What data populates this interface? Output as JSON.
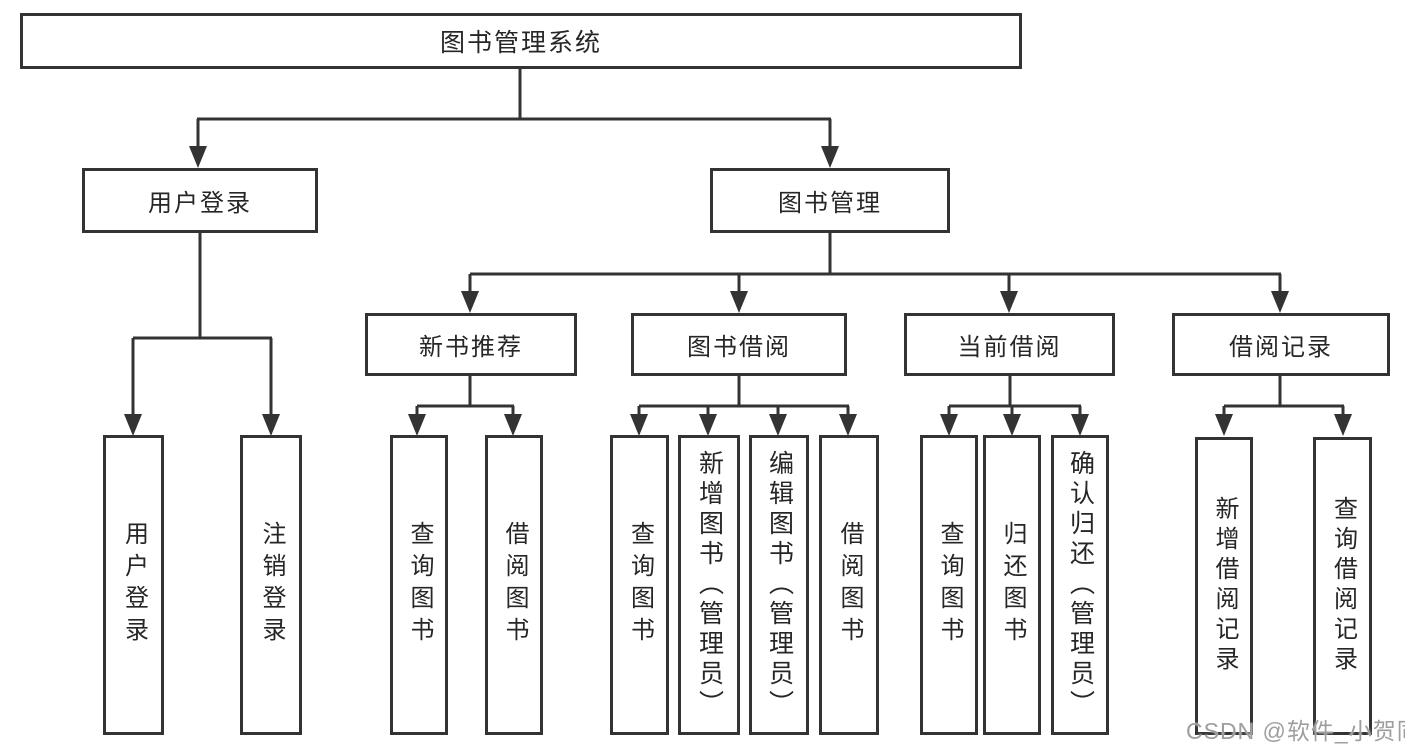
{
  "diagram_type": "tree",
  "root": {
    "label": "图书管理系统"
  },
  "level2": [
    {
      "label": "用户登录"
    },
    {
      "label": "图书管理"
    }
  ],
  "level3": [
    {
      "label": "新书推荐",
      "parent": "图书管理"
    },
    {
      "label": "图书借阅",
      "parent": "图书管理"
    },
    {
      "label": "当前借阅",
      "parent": "图书管理"
    },
    {
      "label": "借阅记录",
      "parent": "图书管理"
    }
  ],
  "leaves": [
    {
      "label": "用户登录",
      "parent": "用户登录"
    },
    {
      "label": "注销登录",
      "parent": "用户登录"
    },
    {
      "label": "查询图书",
      "parent": "新书推荐"
    },
    {
      "label": "借阅图书",
      "parent": "新书推荐"
    },
    {
      "label": "查询图书",
      "parent": "图书借阅"
    },
    {
      "label": "新增图书（管理员）",
      "parent": "图书借阅"
    },
    {
      "label": "编辑图书（管理员）",
      "parent": "图书借阅"
    },
    {
      "label": "借阅图书",
      "parent": "图书借阅"
    },
    {
      "label": "查询图书",
      "parent": "当前借阅"
    },
    {
      "label": "归还图书",
      "parent": "当前借阅"
    },
    {
      "label": "确认归还（管理员）",
      "parent": "当前借阅"
    },
    {
      "label": "新增借阅记录",
      "parent": "借阅记录"
    },
    {
      "label": "查询借阅记录",
      "parent": "借阅记录"
    }
  ],
  "watermark": "CSDN @软件_小贺同学",
  "colors": {
    "line": "#333333",
    "text": "#262626",
    "background": "#ffffff",
    "watermark": "#9e9e9e"
  }
}
